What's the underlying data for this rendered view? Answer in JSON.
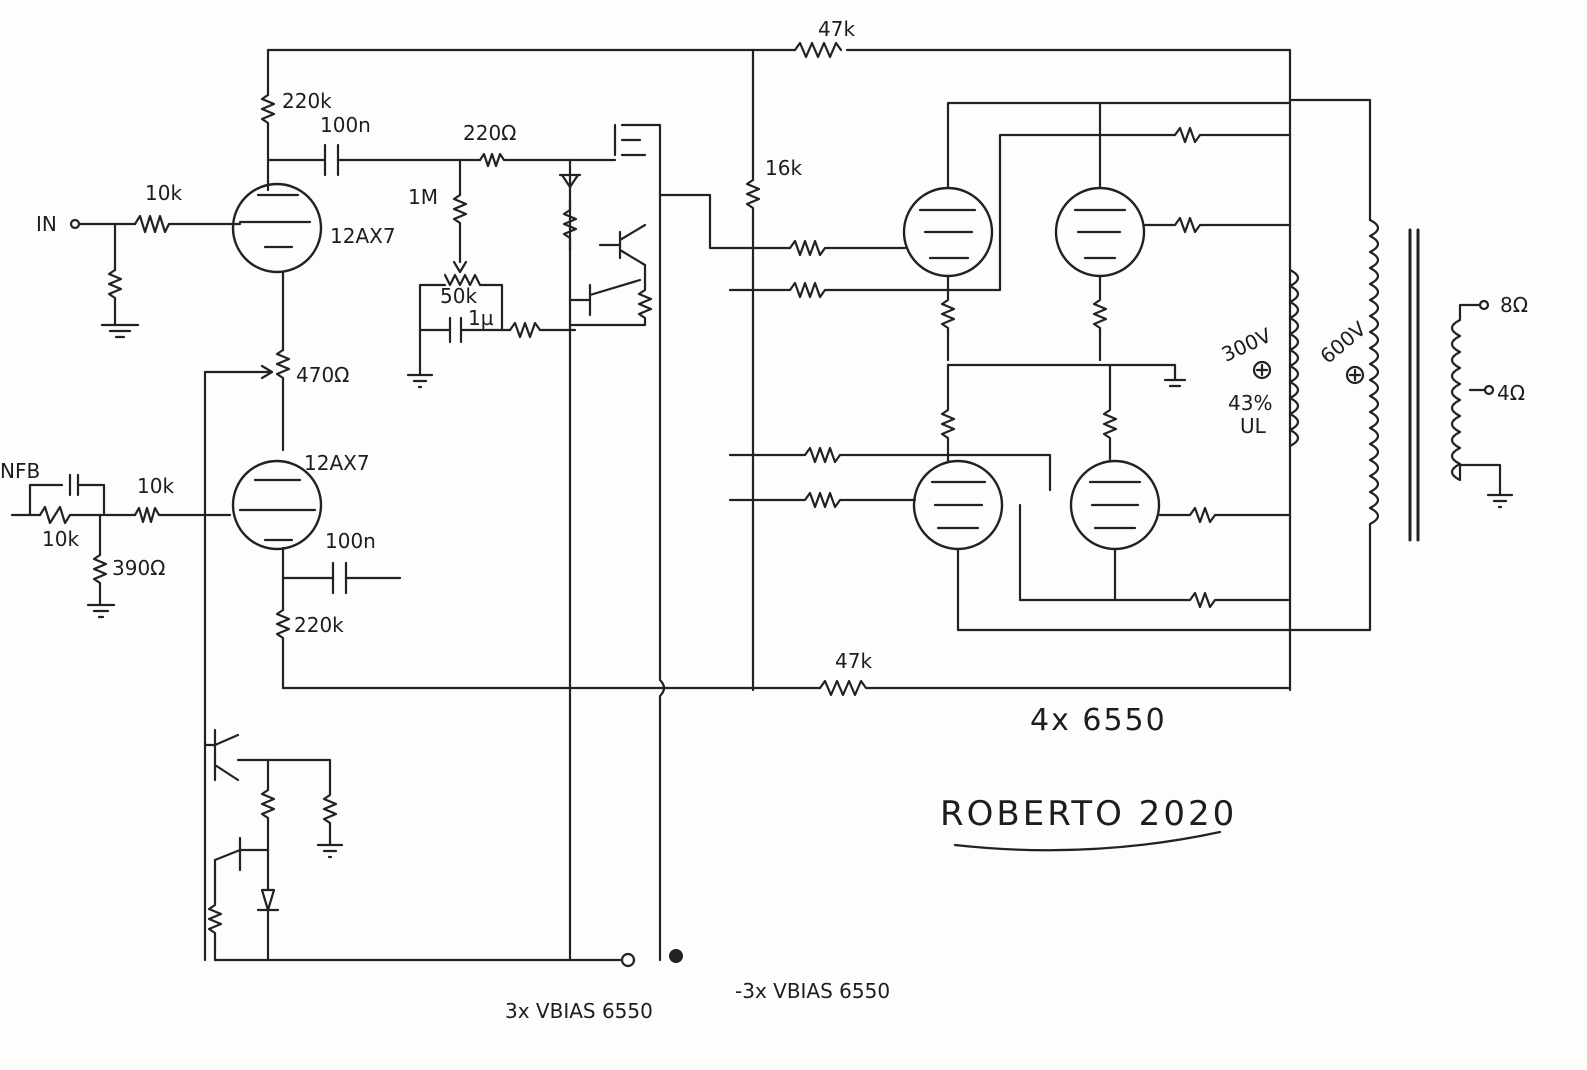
{
  "labels": {
    "r_fb_top": "47k",
    "r_fb_bottom": "47k",
    "r_plate1": "220k",
    "r_plate2": "220k",
    "c_coupling1": "100n",
    "c_coupling2": "100n",
    "r_gate": "220Ω",
    "r_grid_leak": "1M",
    "r_in": "10k",
    "tube1": "12AX7",
    "tube2": "12AX7",
    "input": "IN",
    "pot_bias": "50k",
    "c_bias": "1µ",
    "r_cathode": "470Ω",
    "nfb": "NFB",
    "r_nfb1": "10k",
    "r_nfb2": "10k",
    "r_390": "390Ω",
    "r_16k": "16k",
    "b_plus_low": "300V",
    "b_plus_high": "600V",
    "ul_tap": "43%",
    "ul": "UL",
    "out_8": "8Ω",
    "out_4": "4Ω",
    "tubes_count": "4x 6550",
    "signature": "ROBERTO 2020",
    "vbias_pos": "3x VBIAS 6550",
    "vbias_neg": "-3x VBIAS 6550"
  }
}
